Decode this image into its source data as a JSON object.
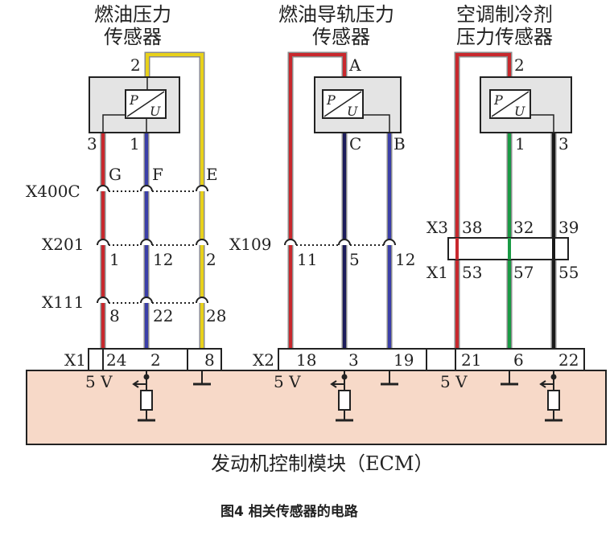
{
  "sensors": [
    {
      "title_lines": [
        "燃油压力",
        "传感器"
      ],
      "top_pin": "2",
      "bottom_pins": [
        "3",
        "1"
      ],
      "label_pu": {
        "p": "P",
        "u": "U"
      },
      "wire_letters": [
        "G",
        "F",
        "E"
      ],
      "connectors": [
        {
          "name": "X400C",
          "pins": []
        },
        {
          "name": "X201",
          "pins": [
            "1",
            "12",
            "2"
          ]
        },
        {
          "name": "X111",
          "pins": [
            "8",
            "22",
            "28"
          ]
        }
      ],
      "ecm_connector": "X1",
      "ecm_pins": [
        "24",
        "2",
        "8"
      ],
      "supply": "5 V"
    },
    {
      "title_lines": [
        "燃油导轨压力",
        "传感器"
      ],
      "top_pin": "A",
      "bottom_pins": [
        "C",
        "B"
      ],
      "label_pu": {
        "p": "P",
        "u": "U"
      },
      "connectors": [
        {
          "name": "X109",
          "pins": [
            "11",
            "5",
            "12"
          ]
        }
      ],
      "ecm_connector": "X2",
      "ecm_pins": [
        "18",
        "3",
        "19"
      ],
      "supply": "5 V"
    },
    {
      "title_lines": [
        "空调制冷剂",
        "压力传感器"
      ],
      "top_pin": "2",
      "bottom_pins": [
        "1",
        "3"
      ],
      "label_pu": {
        "p": "P",
        "u": "U"
      },
      "connectors": [
        {
          "name": "X3",
          "pins": [
            "38",
            "32",
            "39"
          ]
        },
        {
          "name": "X1",
          "pins": [
            "53",
            "57",
            "55"
          ]
        }
      ],
      "ecm_connector": "",
      "ecm_pins": [
        "21",
        "6",
        "22"
      ],
      "supply": "5 V"
    }
  ],
  "ecm_label": "发动机控制模块（ECM）",
  "caption": "图4   相关传感器的电路",
  "colors": {
    "red": "#c8282d",
    "blue": "#3b3fa8",
    "yellow": "#e8d11a",
    "dark_blue": "#1c1c5a",
    "green": "#1a9a44",
    "black": "#1a1a1a",
    "ecm_fill": "#f7d9c8",
    "box_fill": "#e4e4e4",
    "wire_outline": "#8a8a8a"
  }
}
